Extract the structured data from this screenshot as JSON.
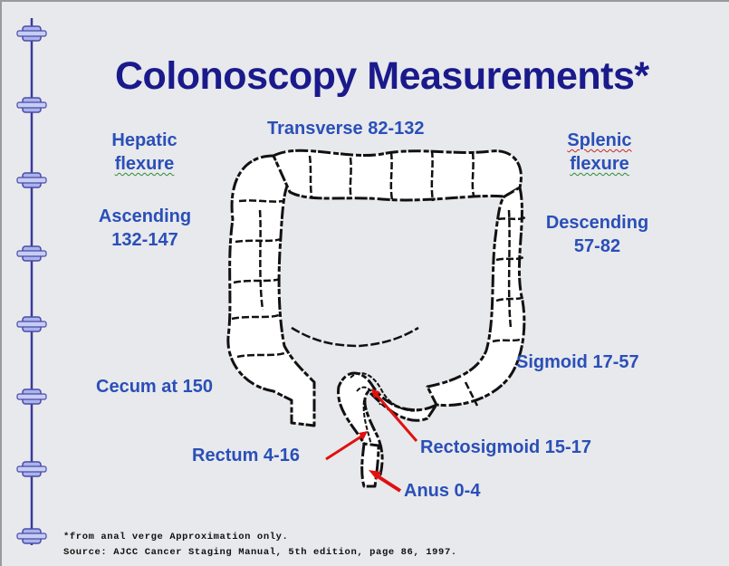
{
  "slide": {
    "title": "Colonoscopy Measurements*",
    "labels": {
      "hepatic_line1": "Hepatic",
      "hepatic_line2": "flexure",
      "transverse": "Transverse 82-132",
      "splenic_line1": "Splenic",
      "splenic_line2": "flexure",
      "ascending_line1": "Ascending",
      "ascending_line2": "132-147",
      "descending_line1": "Descending",
      "descending_line2": "57-82",
      "sigmoid": "Sigmoid 17-57",
      "cecum": "Cecum at 150",
      "rectum": "Rectum 4-16",
      "rectosigmoid": "Rectosigmoid 15-17",
      "anus": "Anus 0-4"
    },
    "footnote_line1": "*from anal verge  Approximation only.",
    "footnote_line2": "Source:  AJCC Cancer Staging Manual, 5th edition, page 86, 1997."
  },
  "colors": {
    "title": "#1a1a8c",
    "label": "#2a4fb8",
    "arrow": "#e01010",
    "spine": "#3a3a9a",
    "node_fill": "#a9b4ec"
  },
  "icons": [
    "binder-ring-icon",
    "colon-illustration",
    "arrow-icon"
  ]
}
